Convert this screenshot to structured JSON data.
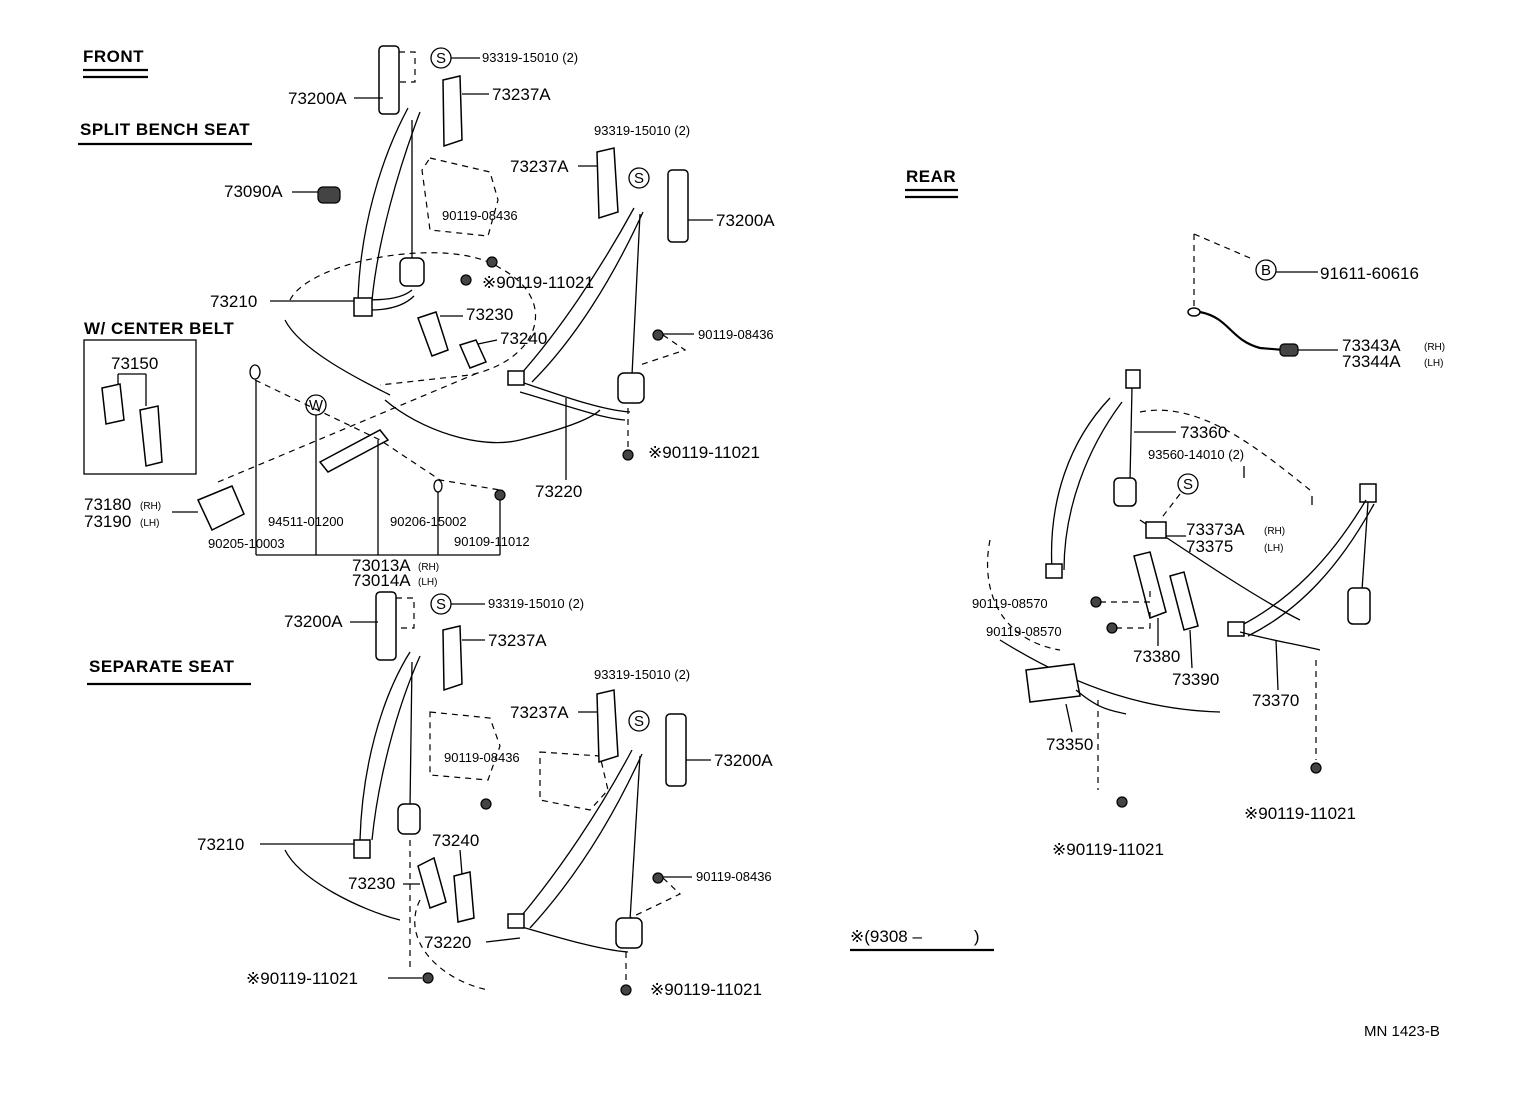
{
  "sections": {
    "front": "FRONT",
    "split_bench": "SPLIT BENCH SEAT",
    "center_belt": "W/ CENTER BELT",
    "separate": "SEPARATE SEAT",
    "rear": "REAR"
  },
  "symbols": {
    "s": "S",
    "w": "W",
    "b": "B"
  },
  "split": {
    "p73200A_l": "73200A",
    "p93319_a": "93319-15010 (2)",
    "p73237A_a": "73237A",
    "p93319_b": "93319-15010 (2)",
    "p73237A_b": "73237A",
    "p73090A": "73090A",
    "p90119_08436_a": "90119-08436",
    "p73200A_r": "73200A",
    "p90119_11021_a": "※90119-11021",
    "p73210": "73210",
    "p73230": "73230",
    "p73240": "73240",
    "p90119_08436_b": "90119-08436",
    "p73150": "73150",
    "p90119_11021_b": "※90119-11021",
    "p73220": "73220",
    "p73180": "73180",
    "p73190": "73190",
    "p94511": "94511-01200",
    "p90206": "90206-15002",
    "p90205": "90205-10003",
    "p90109": "90109-11012",
    "p73013A": "73013A",
    "p73014A": "73014A",
    "rh": "(RH)",
    "lh": "(LH)"
  },
  "separate": {
    "p73200A_l": "73200A",
    "p93319_a": "93319-15010 (2)",
    "p73237A_a": "73237A",
    "p93319_b": "93319-15010 (2)",
    "p73237A_b": "73237A",
    "p90119_08436_a": "90119-08436",
    "p73200A_r": "73200A",
    "p73210": "73210",
    "p73240": "73240",
    "p73230": "73230",
    "p90119_08436_b": "90119-08436",
    "p73220": "73220",
    "p90119_11021_a": "※90119-11021",
    "p90119_11021_b": "※90119-11021"
  },
  "rear": {
    "p91611": "91611-60616",
    "p73343A": "73343A",
    "p73344A": "73344A",
    "p73360": "73360",
    "p93560": "93560-14010 (2)",
    "p73373A": "73373A",
    "p73375": "73375",
    "p90119_08570_a": "90119-08570",
    "p90119_08570_b": "90119-08570",
    "p73380": "73380",
    "p73390": "73390",
    "p73370": "73370",
    "p73350": "73350",
    "p90119_11021_a": "※90119-11021",
    "p90119_11021_b": "※90119-11021",
    "rh": "(RH)",
    "lh": "(LH)"
  },
  "note": "※(9308 –           )",
  "drawing_code": "MN 1423-B"
}
